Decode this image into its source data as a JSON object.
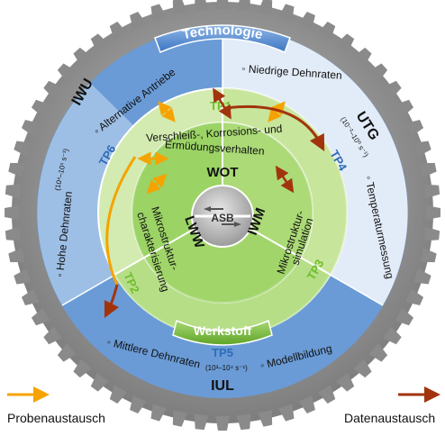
{
  "banners": {
    "top": "Technologie",
    "bottom": "Werkstoff"
  },
  "institutes": {
    "iwu": "IWU",
    "utg": "UTG",
    "iul": "IUL"
  },
  "center": {
    "wot": "WOT",
    "lww": "LWW",
    "iwm": "IWM",
    "asb": "ASB"
  },
  "tps": {
    "tp1": "TP1",
    "tp2": "TP2",
    "tp3": "TP3",
    "tp4": "TP4",
    "tp5": "TP5",
    "tp6": "TP6"
  },
  "inner_text": {
    "wot_line1": "Verschleiß-, Korrosions- und",
    "wot_line2": "Ermüdungsverhalten",
    "lww_line1": "Mikrostruktur-",
    "lww_line2": "charakterisierung",
    "iwm_line1": "Mikrostruktur-",
    "iwm_line2": "simulation"
  },
  "outer_text": {
    "alternative_antriebe": "◦ Alternative Antriebe",
    "niedrige_dehnraten": "◦ Niedrige Dehnraten",
    "niedrige_sup": "(10⁻²–10⁰ s⁻¹)",
    "temperaturmessung": "◦ Temperaturmessung",
    "hohe_dehnraten": "◦ Hohe Dehnraten",
    "hohe_sup": "(10⁴–10⁵ s⁻¹)",
    "mittlere_dehnraten": "◦ Mittlere Dehnraten",
    "mittlere_sup": "(10³–10⁴ s⁻¹)",
    "modellbildung": "◦ Modellbildung"
  },
  "legend": {
    "probenaustausch": "Probenaustausch",
    "datenaustausch": "Datenaustausch"
  },
  "colors": {
    "gear": "#8f8f8f",
    "ring_blue": "#6f9fd8",
    "ring_light": "#dfeaf7",
    "green_light": "#cfe8a8",
    "green_dark": "#7cc13f",
    "sample_arrow": "#f5a300",
    "data_arrow": "#a2340d"
  }
}
